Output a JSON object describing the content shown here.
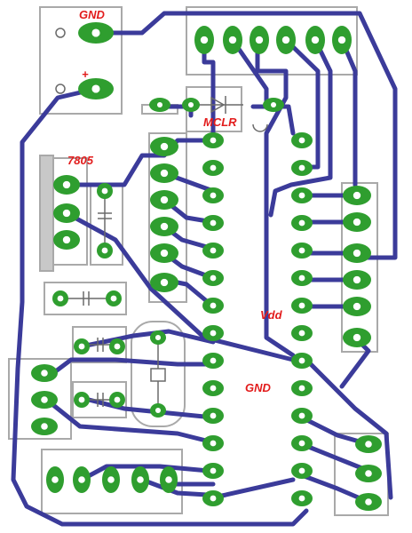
{
  "labels": {
    "gnd_top": "GND",
    "plus": "+",
    "mclr": "MCLR",
    "reg": "7805",
    "vdd": "Vdd",
    "gnd_mid": "GND"
  },
  "colors": {
    "trace": "#3b3b9a",
    "pad": "#2f9e2f",
    "pad_hole": "#ffffff",
    "outline": "#a9a9a9",
    "label": "#e21b1b",
    "background": "#ffffff"
  }
}
